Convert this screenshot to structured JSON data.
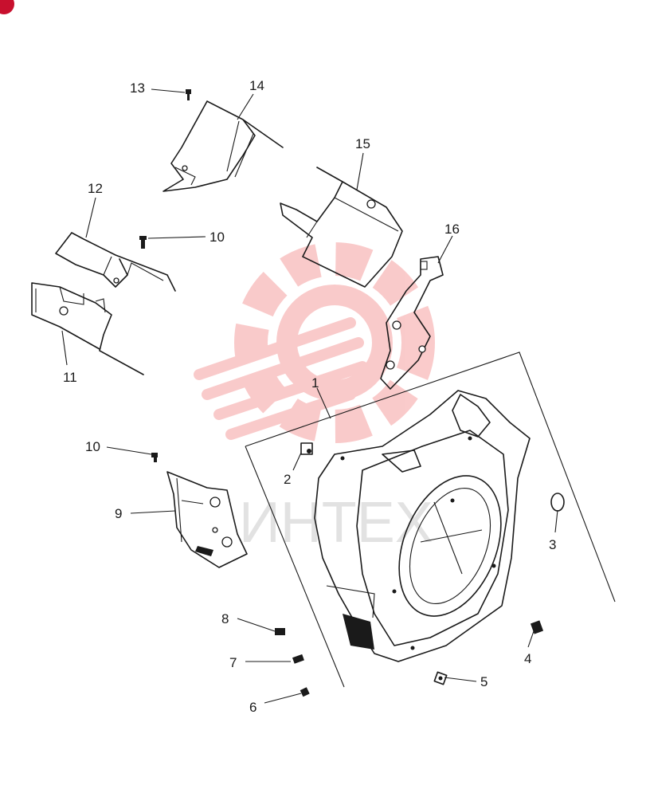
{
  "watermark": {
    "text": "ИНТЕХ",
    "color": "#f06a6a"
  },
  "corner_badge": {
    "color": "#c8102e"
  },
  "callouts": [
    {
      "id": "1",
      "label": "1"
    },
    {
      "id": "2",
      "label": "2"
    },
    {
      "id": "3",
      "label": "3"
    },
    {
      "id": "4",
      "label": "4"
    },
    {
      "id": "5",
      "label": "5"
    },
    {
      "id": "6",
      "label": "6"
    },
    {
      "id": "7",
      "label": "7"
    },
    {
      "id": "8",
      "label": "8"
    },
    {
      "id": "9",
      "label": "9"
    },
    {
      "id": "10a",
      "label": "10"
    },
    {
      "id": "10b",
      "label": "10"
    },
    {
      "id": "11",
      "label": "11"
    },
    {
      "id": "12",
      "label": "12"
    },
    {
      "id": "13",
      "label": "13"
    },
    {
      "id": "14",
      "label": "14"
    },
    {
      "id": "15",
      "label": "15"
    },
    {
      "id": "16",
      "label": "16"
    }
  ]
}
